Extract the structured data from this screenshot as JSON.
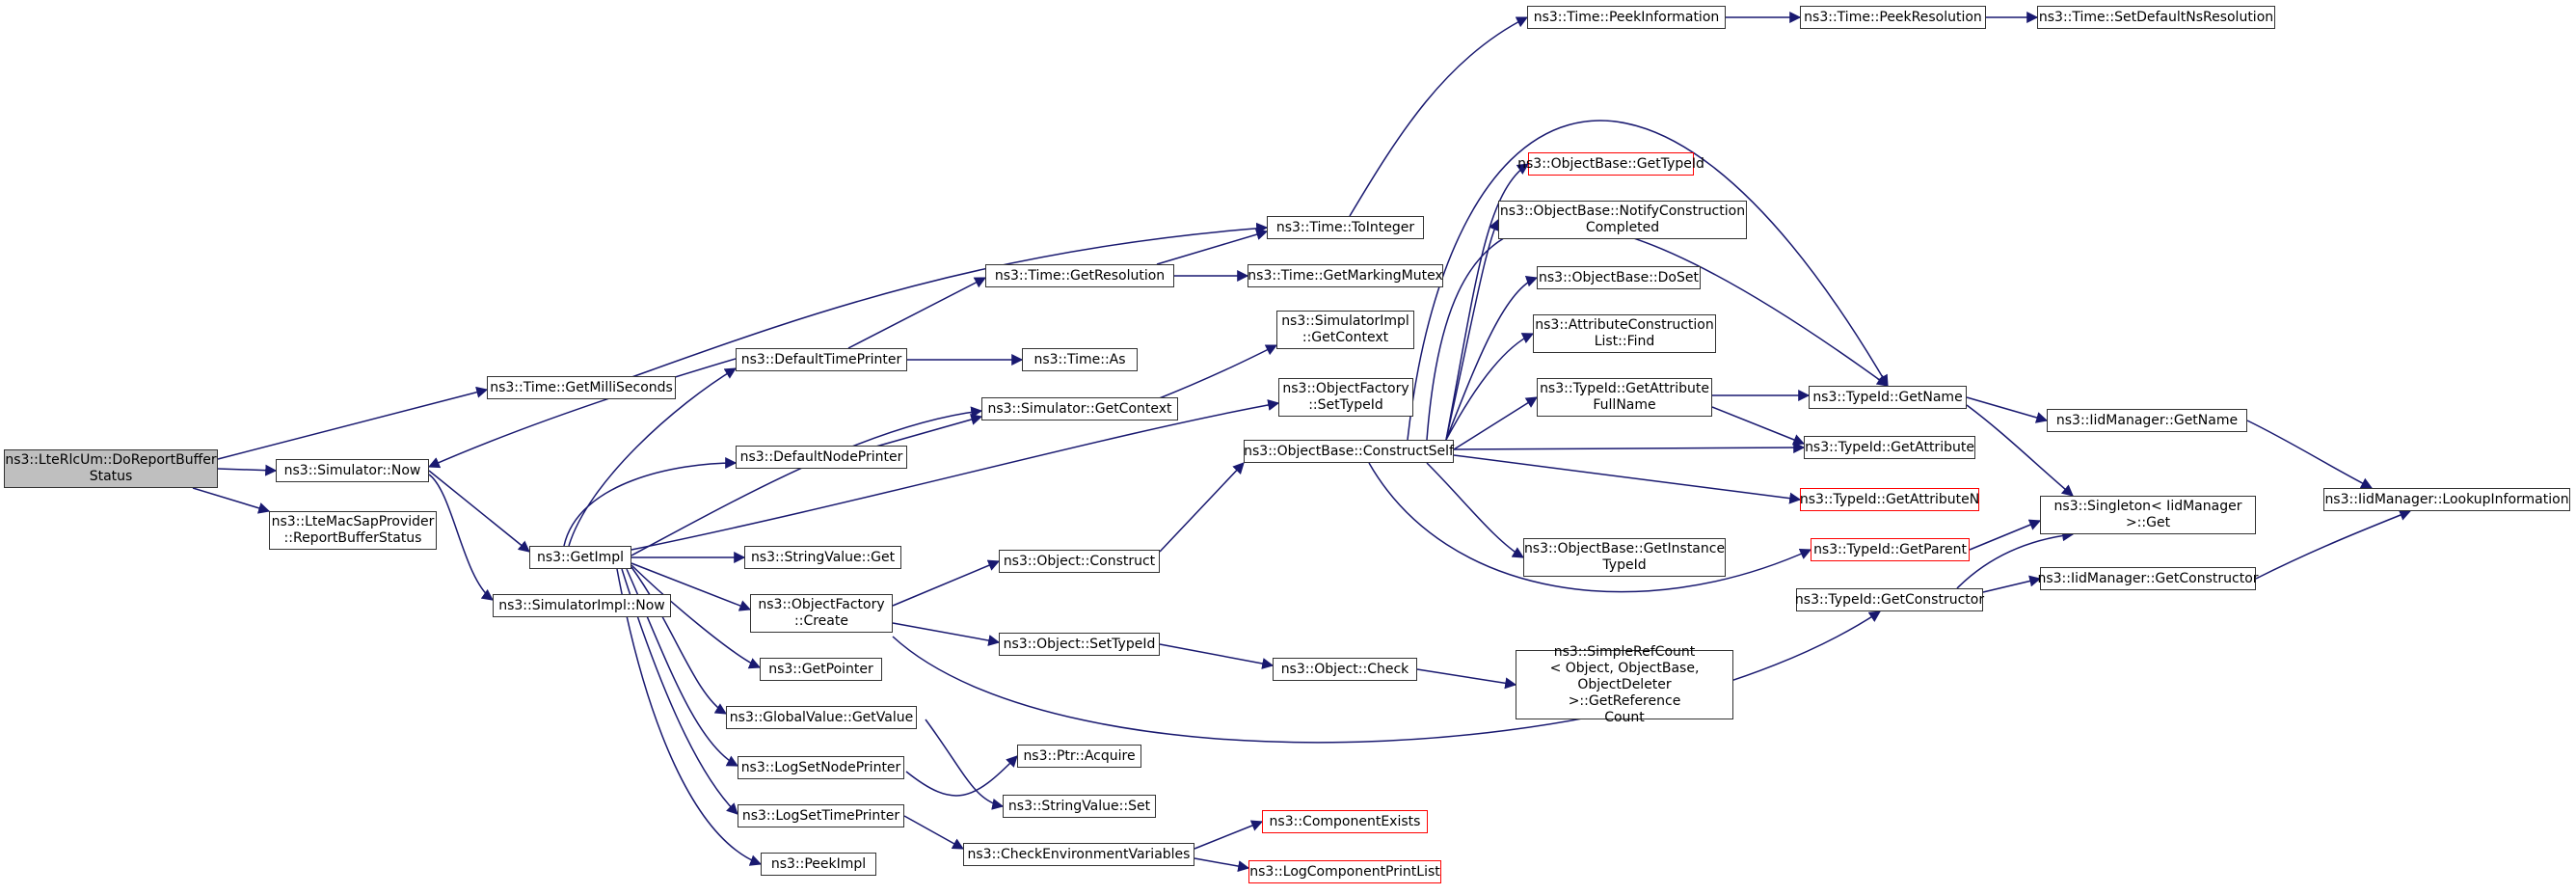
{
  "colors": {
    "edge": "#191970",
    "node_border": "#333333",
    "truncated_border": "#ff0000",
    "root_fill": "#bfbfbf"
  },
  "nodes": {
    "n_root": "ns3::LteRlcUm::DoReportBuffer\nStatus",
    "n_getms": "ns3::Time::GetMilliSeconds",
    "n_now": "ns3::Simulator::Now",
    "n_lmac": "ns3::LteMacSapProvider\n::ReportBufferStatus",
    "n_getimpl": "ns3::GetImpl",
    "n_simimplnow": "ns3::SimulatorImpl::Now",
    "n_deftp": "ns3::DefaultTimePrinter",
    "n_defnp": "ns3::DefaultNodePrinter",
    "n_strget": "ns3::StringValue::Get",
    "n_ofcreate": "ns3::ObjectFactory\n::Create",
    "n_getptr": "ns3::GetPointer",
    "n_gvget": "ns3::GlobalValue::GetValue",
    "n_lsnp": "ns3::LogSetNodePrinter",
    "n_lstp": "ns3::LogSetTimePrinter",
    "n_peekimpl": "ns3::PeekImpl",
    "n_getres": "ns3::Time::GetResolution",
    "n_timeas": "ns3::Time::As",
    "n_simctx": "ns3::Simulator::GetContext",
    "n_objcons": "ns3::Object::Construct",
    "n_objsettid": "ns3::Object::SetTypeId",
    "n_ptracq": "ns3::Ptr::Acquire",
    "n_strset": "ns3::StringValue::Set",
    "n_cev": "ns3::CheckEnvironmentVariables",
    "n_toint": "ns3::Time::ToInteger",
    "n_getmm": "ns3::Time::GetMarkingMutex",
    "n_simimplctx": "ns3::SimulatorImpl\n::GetContext",
    "n_ofsettid": "ns3::ObjectFactory\n::SetTypeId",
    "n_obcs": "ns3::ObjectBase::ConstructSelf",
    "n_objcheck": "ns3::Object::Check",
    "n_compexists": "ns3::ComponentExists",
    "n_logcpl": "ns3::LogComponentPrintList",
    "n_peekinfo": "ns3::Time::PeekInformation",
    "n_obgettid": "ns3::ObjectBase::GetTypeId",
    "n_obnotify": "ns3::ObjectBase::NotifyConstruction\nCompleted",
    "n_obdoset": "ns3::ObjectBase::DoSet",
    "n_acfind": "ns3::AttributeConstruction\nList::Find",
    "n_tidgafn": "ns3::TypeId::GetAttribute\nFullName",
    "n_obgitid": "ns3::ObjectBase::GetInstance\nTypeId",
    "n_srcgetref": "ns3::SimpleRefCount\n< Object, ObjectBase,\n ObjectDeleter >::GetReference\nCount",
    "n_peekres": "ns3::Time::PeekResolution",
    "n_tidgetname": "ns3::TypeId::GetName",
    "n_tidgetattr": "ns3::TypeId::GetAttribute",
    "n_tidgetattrn": "ns3::TypeId::GetAttributeN",
    "n_tidgetparent": "ns3::TypeId::GetParent",
    "n_tidgetcons": "ns3::TypeId::GetConstructor",
    "n_setdefres": "ns3::Time::SetDefaultNsResolution",
    "n_iidgetname": "ns3::IidManager::GetName",
    "n_singleton": "ns3::Singleton< IidManager\n >::Get",
    "n_iidgetcons": "ns3::IidManager::GetConstructor",
    "n_iidlookup": "ns3::IidManager::LookupInformation"
  }
}
